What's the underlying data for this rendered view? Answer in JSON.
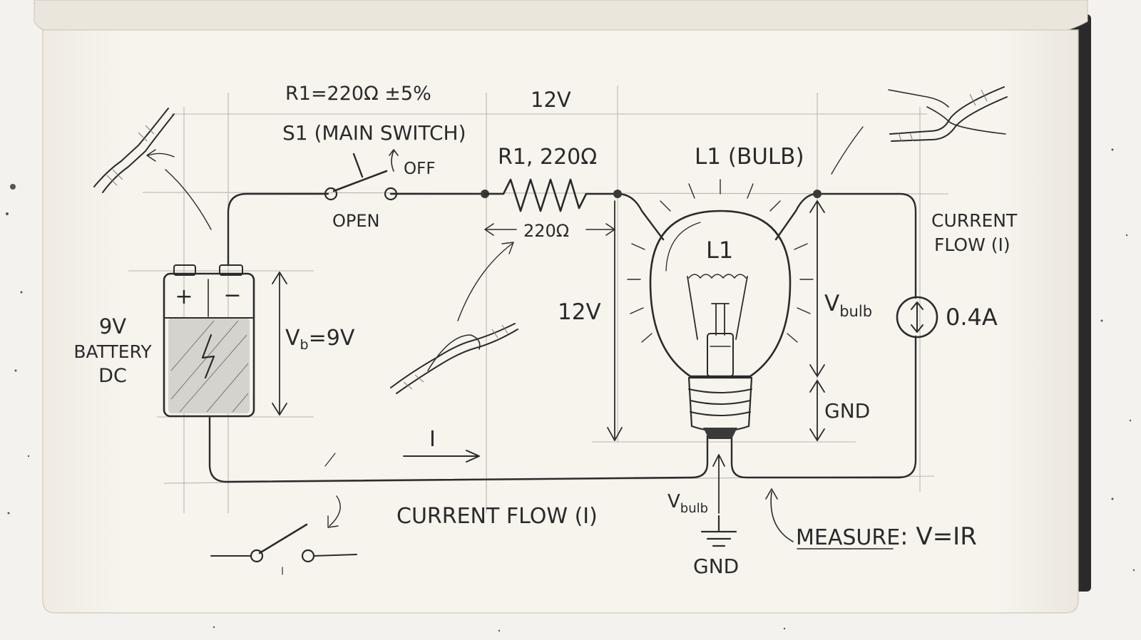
{
  "labels": {
    "tolerance": "R1=220Ω ±5%",
    "top_voltage": "12V",
    "switch_title": "S1 (MAIN SWITCH)",
    "switch_off": "OFF",
    "switch_open": "OPEN",
    "resistor_title": "R1, 220Ω",
    "resistor_dim": "220Ω",
    "bulb_title": "L1 (BULB)",
    "bulb_inner": "L1",
    "battery_line1": "9V",
    "battery_line2": "BATTERY",
    "battery_line3": "DC",
    "battery_plus": "+",
    "battery_minus": "−",
    "vb_main": "V",
    "vb_sub": "b",
    "vb_value": "=9V",
    "mid_voltage": "12V",
    "vbulb_main": "V",
    "vbulb_sub": "bulb",
    "gnd_right": "GND",
    "current_flow_right_1": "CURRENT",
    "current_flow_right_2": "FLOW (I)",
    "meter_reading": "0.4A",
    "current_symbol": "I",
    "current_flow_bottom": "CURRENT FLOW (I)",
    "vbulb_bottom_main": "V",
    "vbulb_bottom_sub": "bulb",
    "gnd_bottom": "GND",
    "measure_word": "MEASURE",
    "measure_formula": ": V=IR"
  },
  "colors": {
    "paper": "#f6f3ec",
    "ink": "#2b2b2b",
    "grid": "#b9b6ae",
    "backdrop": "#f3f2ef",
    "bulb_glow": "#fff6df"
  }
}
